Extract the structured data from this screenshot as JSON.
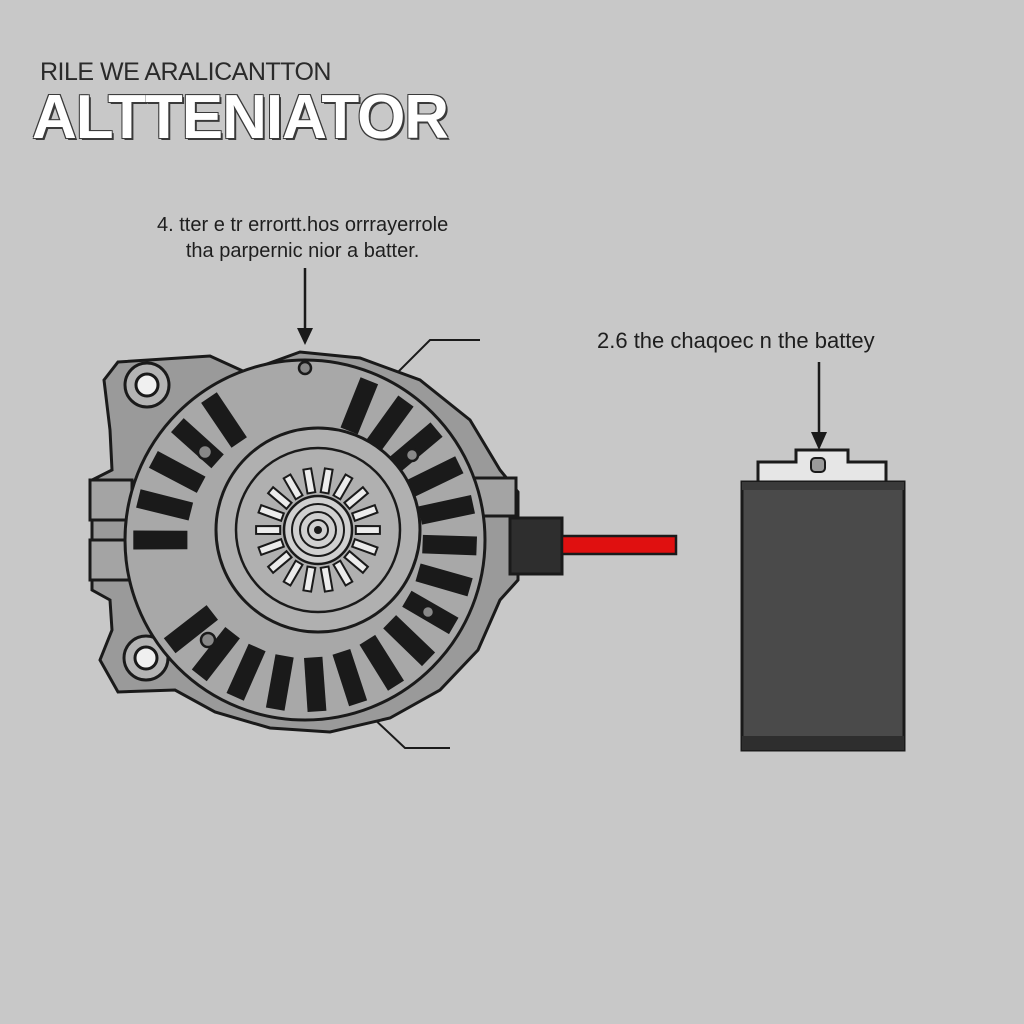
{
  "header": {
    "supertitle": "RILE WE ARALICANTTON",
    "title": "ALTTENIATOR"
  },
  "callouts": {
    "alternator_line1": "4. tter e tr errortt.hos orrrayerrole",
    "alternator_line2": "tha parpernic nior a batter.",
    "battery": "2.6 the chaqoec n the battey"
  },
  "colors": {
    "background": "#c8c8c8",
    "alternator_body": "#9a9a9a",
    "alternator_face": "#a8a8a8",
    "outline": "#1a1a1a",
    "wire": "#e01010",
    "battery_body": "#4a4a4a",
    "connector": "#2e2e2e"
  }
}
